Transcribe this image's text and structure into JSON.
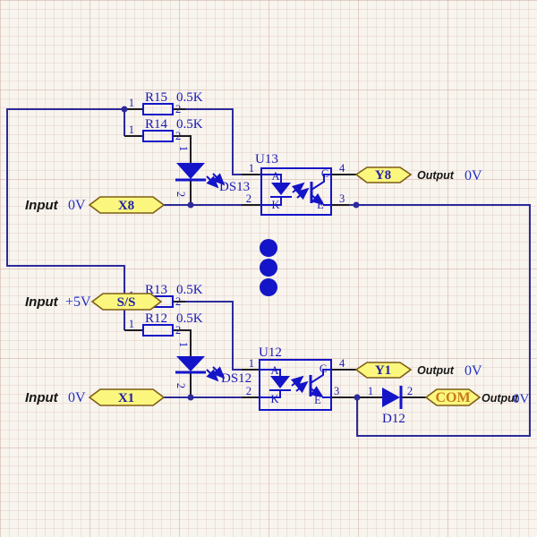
{
  "texts": {
    "input_label": "Input",
    "output_label": "Output",
    "v0": "0V",
    "v5": "+5V"
  },
  "tags": {
    "x8": "X8",
    "ss": "S/S",
    "x1": "X1",
    "y8": "Y8",
    "y1": "Y1",
    "com": "COM"
  },
  "components": {
    "r15": {
      "ref": "R15",
      "value": "0.5K"
    },
    "r14": {
      "ref": "R14",
      "value": "0.5K"
    },
    "r13": {
      "ref": "R13",
      "value": "0.5K"
    },
    "r12": {
      "ref": "R12",
      "value": "0.5K"
    },
    "u13": {
      "ref": "U13"
    },
    "u12": {
      "ref": "U12"
    },
    "ds13": {
      "ref": "DS13"
    },
    "ds12": {
      "ref": "DS12"
    },
    "d12": {
      "ref": "D12"
    }
  },
  "pin_labels": {
    "anode": "A",
    "cathode": "K",
    "collector": "C",
    "emitter": "E"
  },
  "pin_numbers": {
    "p1": "1",
    "p2": "2",
    "p3": "3",
    "p4": "4"
  },
  "ellipsis": {
    "dots": 3
  },
  "colors": {
    "component_blue": "#1414C8",
    "wire_blue": "#2B2B9B",
    "pin_black": "#1D1D22",
    "tag_fill": "#FBF77E",
    "tag_border": "#7D5C16",
    "label_blue": "#1818B4",
    "voltage_blue": "#2030C2",
    "com_text_orange": "#C8791B",
    "background": "#F8F4EE"
  }
}
